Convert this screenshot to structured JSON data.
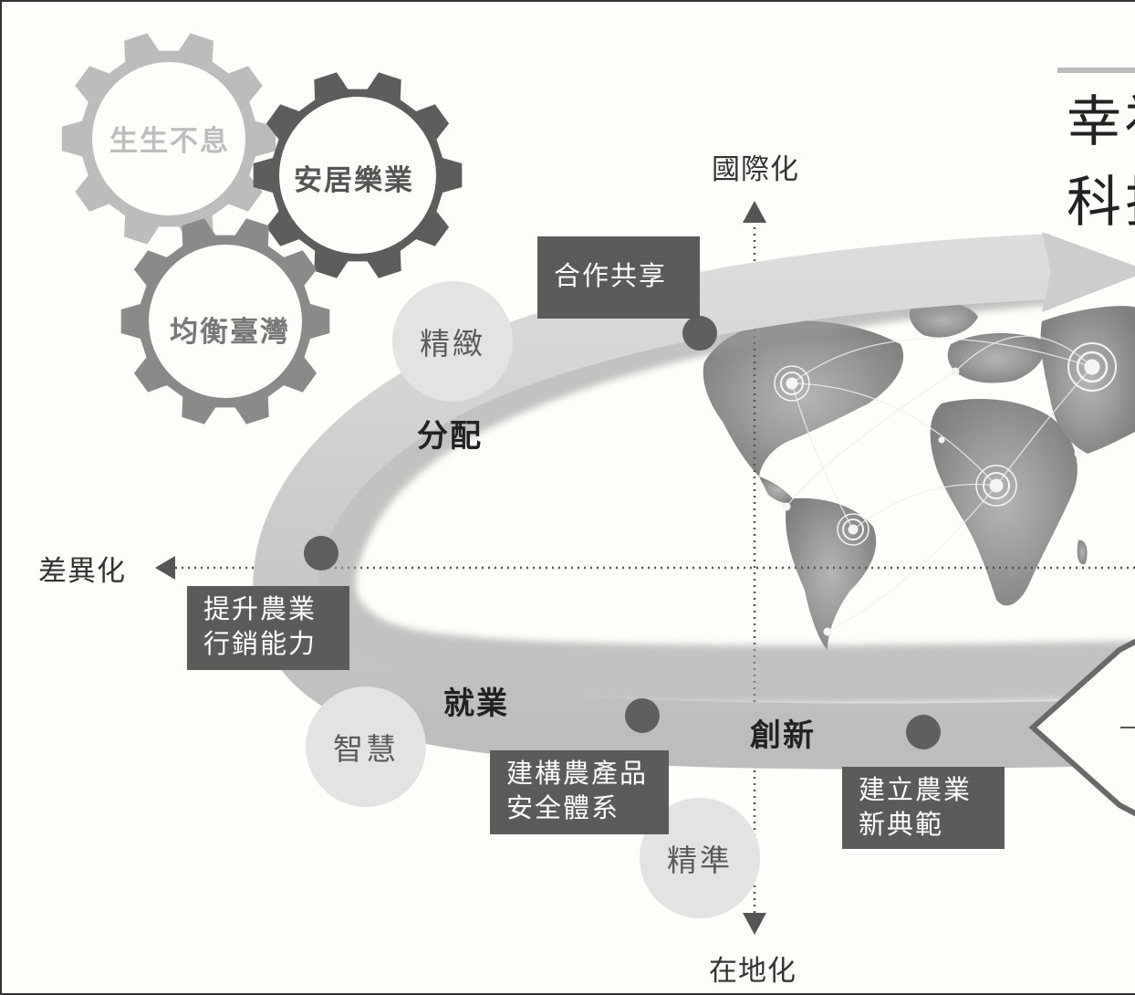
{
  "gears": {
    "top_left": "生生不息",
    "right": "安居樂業",
    "bottom": "均衡臺灣"
  },
  "axes": {
    "top": "國際化",
    "left": "差異化",
    "bottom": "在地化"
  },
  "stages": {
    "distribution": "分配",
    "employment": "就業",
    "innovation": "創新"
  },
  "bubbles": {
    "refined": "精緻",
    "smart": "智慧",
    "precise": "精準"
  },
  "milestones": {
    "cooperation": "合作共享",
    "marketing": "提升農業\n行銷能力",
    "safety": "建構農產品\n安全體系",
    "new_model": "建立農業\n新典範"
  },
  "title": {
    "line1": "幸福",
    "line2": "科技"
  },
  "colors": {
    "gear_light": "#bcbcbc",
    "gear_dark": "#5d5d5d",
    "gear_mid": "#8a8a8a",
    "ribbon": "#c9c9c9",
    "label_bg": "#5b5b5b",
    "dot": "#5f5f5f",
    "map": "#9a9a9a"
  }
}
